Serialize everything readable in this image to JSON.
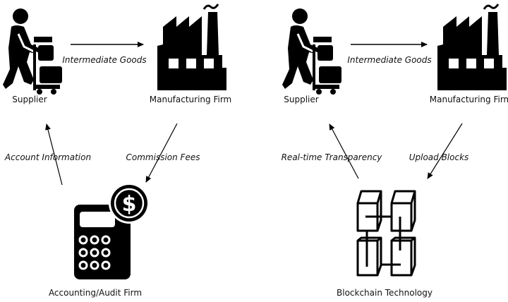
{
  "left": {
    "supplier": "Supplier",
    "manufacturer": "Manufacturing Firm",
    "intermediate_goods": "Intermediate Goods",
    "account_information": "Account Information",
    "commission_fees": "Commission Fees",
    "auditor": "Accounting/Audit Firm"
  },
  "right": {
    "supplier": "Supplier",
    "manufacturer": "Manufacturing Firm",
    "intermediate_goods": "Intermediate Goods",
    "transparency": "Real-time Transparency",
    "upload_blocks": "Upload Blocks",
    "blockchain": "Blockchain Technology"
  },
  "colors": {
    "ink": "#000000",
    "background": "#ffffff"
  }
}
